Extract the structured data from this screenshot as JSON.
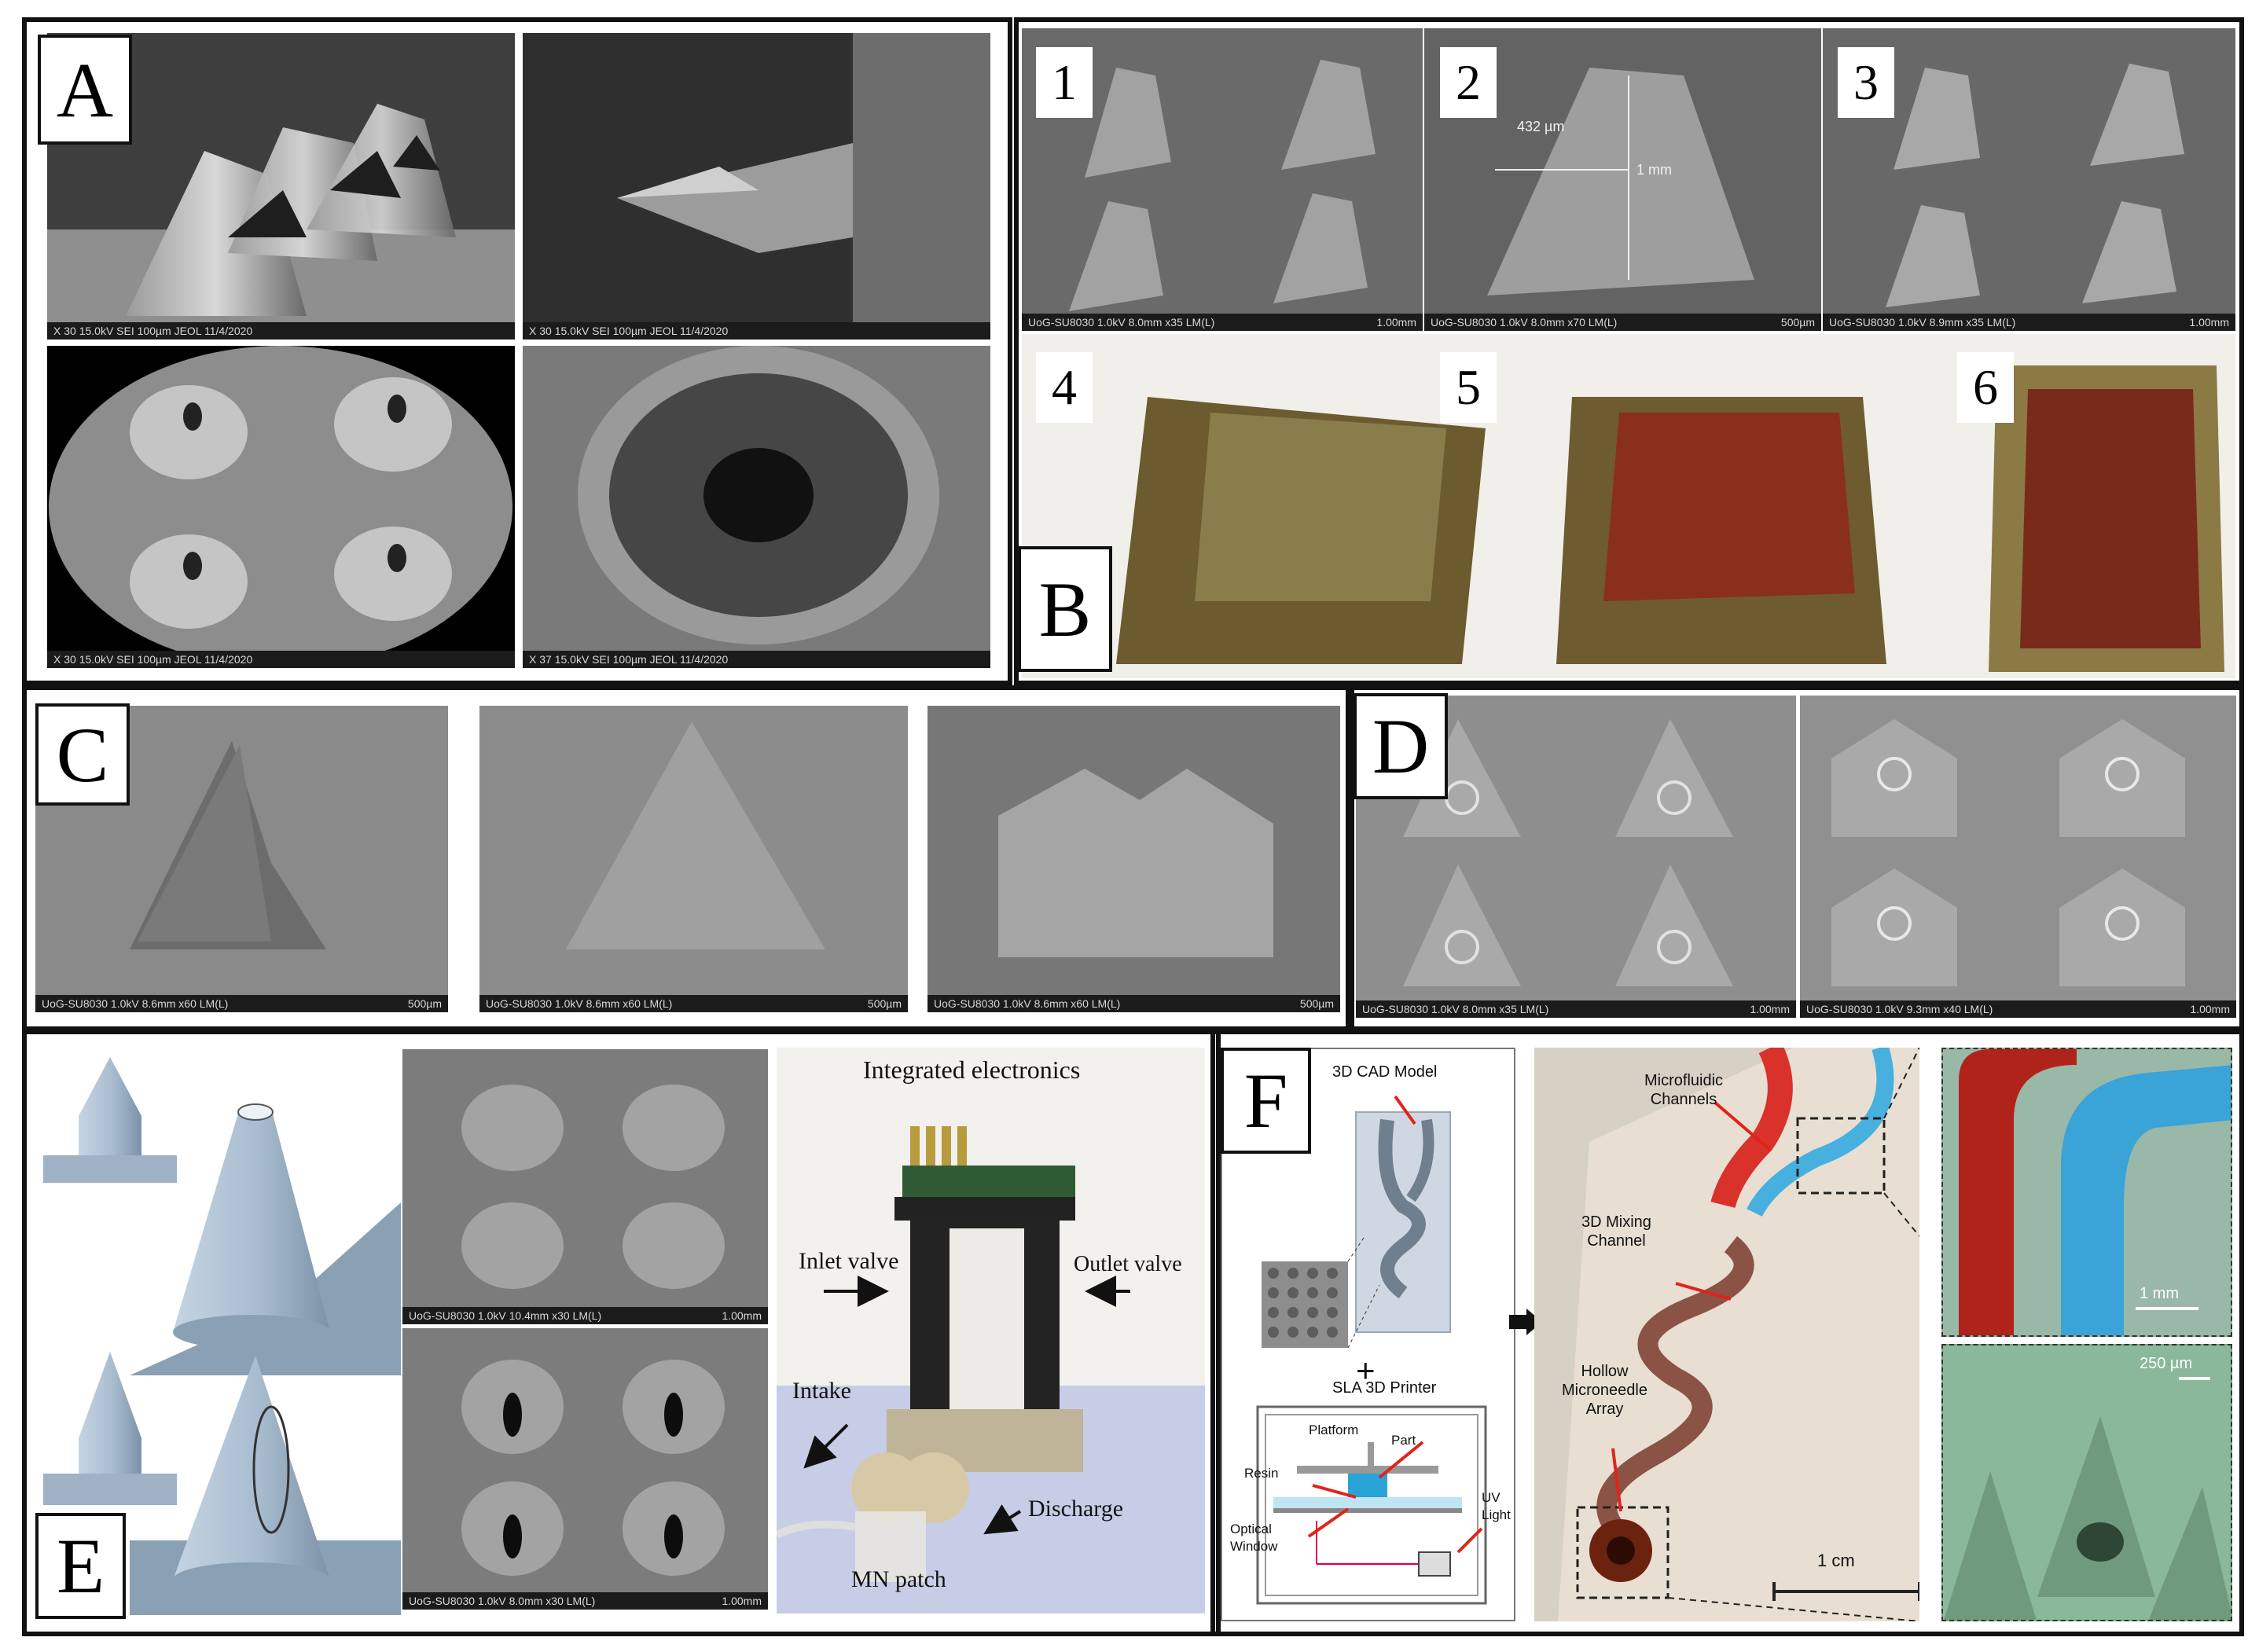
{
  "panels": {
    "A": {
      "label": "A",
      "sem_bars": [
        "X 30  15.0kV SEI  100µm JEOL 11/4/2020",
        "X 30  15.0kV SEI  100µm JEOL 11/4/2020",
        "X 30  15.0kV SEI  100µm JEOL 11/4/2020",
        "X 37  15.0kV SEI  100µm JEOL 11/4/2020"
      ]
    },
    "B": {
      "label": "B",
      "sub_labels": [
        "1",
        "2",
        "3",
        "4",
        "5",
        "6"
      ],
      "dims": {
        "width": "432 µm",
        "height": "1 mm"
      },
      "sem_bars": [
        {
          "left": "UoG-SU8030 1.0kV 8.0mm x35 LM(L)",
          "right": "1.00mm"
        },
        {
          "left": "UoG-SU8030 1.0kV 8.0mm x70 LM(L)",
          "right": "500µm"
        },
        {
          "left": "UoG-SU8030 1.0kV 8.9mm x35 LM(L)",
          "right": "1.00mm"
        }
      ]
    },
    "C": {
      "label": "C",
      "sem_bars": [
        {
          "left": "UoG-SU8030 1.0kV 8.6mm x60 LM(L)",
          "right": "500µm"
        },
        {
          "left": "UoG-SU8030 1.0kV 8.6mm x60 LM(L)",
          "right": "500µm"
        },
        {
          "left": "UoG-SU8030 1.0kV 8.6mm x60 LM(L)",
          "right": "500µm"
        }
      ]
    },
    "D": {
      "label": "D",
      "sem_bars": [
        {
          "left": "UoG-SU8030 1.0kV 8.0mm x35 LM(L)",
          "right": "1.00mm"
        },
        {
          "left": "UoG-SU8030 1.0kV 9.3mm x40 LM(L)",
          "right": "1.00mm"
        }
      ]
    },
    "E": {
      "label": "E",
      "sem_bars": [
        {
          "left": "UoG-SU8030 1.0kV 10.4mm x30 LM(L)",
          "right": "1.00mm"
        },
        {
          "left": "UoG-SU8030 1.0kV 8.0mm x30 LM(L)",
          "right": "1.00mm"
        }
      ],
      "device": {
        "title": "Integrated electronics",
        "inlet": "Inlet valve",
        "outlet": "Outlet valve",
        "intake": "Intake",
        "discharge": "Discharge",
        "patch": "MN patch"
      }
    },
    "F": {
      "label": "F",
      "cad_title": "3D CAD Model",
      "plus": "+",
      "printer_title": "SLA 3D Printer",
      "printer_parts": {
        "platform": "Platform",
        "part": "Part",
        "resin": "Resin",
        "uv": "UV\nLight",
        "window": "Optical\nWindow"
      },
      "photo_labels": {
        "micro": "Microfluidic\nChannels",
        "mixing": "3D Mixing\nChannel",
        "hollow": "Hollow\nMicroneedle\nArray",
        "scale": "1 cm"
      },
      "zoom_scales": [
        "1 mm",
        "250 µm"
      ]
    }
  },
  "colors": {
    "sem": "#5e5e5e",
    "resin_red": "#b5261c",
    "dye_blue": "#2aa3d6",
    "cad": "#9fb0c0"
  }
}
